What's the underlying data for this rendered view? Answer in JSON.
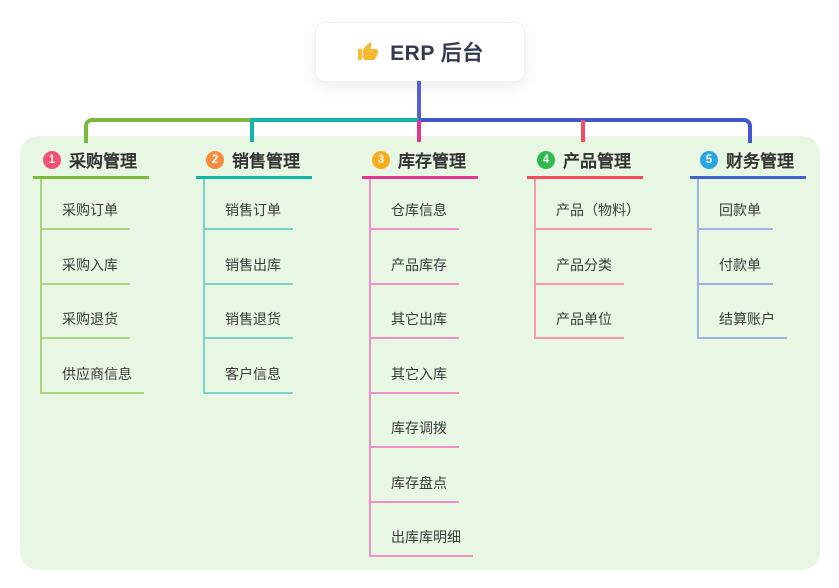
{
  "root": {
    "title": "ERP 后台",
    "icon": "thumbs-up-icon",
    "icon_color": "#f5b82e"
  },
  "panel": {
    "background": "#e8f6e4"
  },
  "connector": {
    "trunk_color": "#5560d2",
    "bus_left_color": "#7cb93e",
    "bus_middle_color": "#13b5a9",
    "bus_right_color": "#4356cd"
  },
  "branches": [
    {
      "badge_number": "1",
      "label": "采购管理",
      "badge_color": "#f25172",
      "line_color": "#7cb93e",
      "light_color": "#abd580",
      "children": [
        "采购订单",
        "采购入库",
        "采购退货",
        "供应商信息"
      ]
    },
    {
      "badge_number": "2",
      "label": "销售管理",
      "badge_color": "#fa8a3d",
      "line_color": "#13b5a9",
      "light_color": "#7ad2c9",
      "children": [
        "销售订单",
        "销售出库",
        "销售退货",
        "客户信息"
      ]
    },
    {
      "badge_number": "3",
      "label": "库存管理",
      "badge_color": "#fbac19",
      "line_color": "#e0368f",
      "light_color": "#f090c7",
      "children": [
        "仓库信息",
        "产品库存",
        "其它出库",
        "其它入库",
        "库存调拨",
        "库存盘点",
        "出库库明细"
      ]
    },
    {
      "badge_number": "4",
      "label": "产品管理",
      "badge_color": "#2fba4e",
      "line_color": "#f44d5e",
      "light_color": "#f899a3",
      "children": [
        "产品（物料）",
        "产品分类",
        "产品单位"
      ]
    },
    {
      "badge_number": "5",
      "label": "财务管理",
      "badge_color": "#29a7e3",
      "line_color": "#4161d0",
      "light_color": "#9db1e4",
      "children": [
        "回款单",
        "付款单",
        "结算账户"
      ]
    }
  ]
}
